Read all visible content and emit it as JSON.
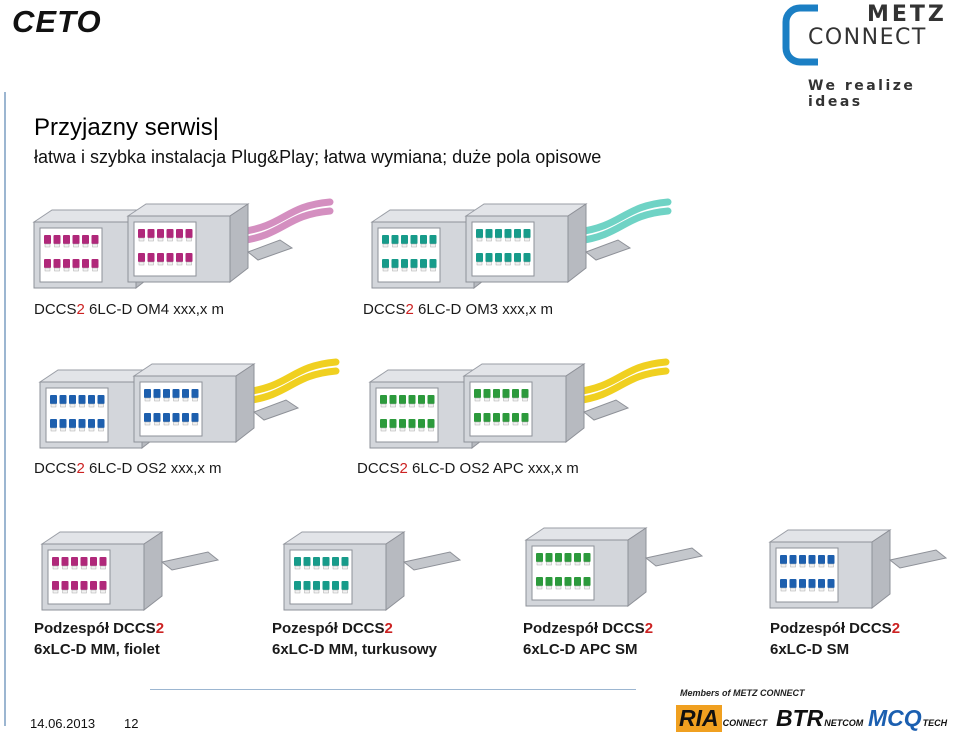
{
  "header": {
    "left_logo": "CETO",
    "right_logo_top": "METZ",
    "right_logo_bottom": "CONNECT",
    "right_logo_slogan": "We realize ideas"
  },
  "title": "Przyjazny serwis|",
  "subtitle": "łatwa i szybka instalacja Plug&Play; łatwa wymiana; duże pola opisowe",
  "products": [
    {
      "prefix": "DCCS",
      "accent": "2",
      "rest": " 6LC-D OM4 xxx,x m",
      "port_color": "#b0287a",
      "cable_color": "#d48fc0"
    },
    {
      "prefix": "DCCS",
      "accent": "2",
      "rest": " 6LC-D OM3 xxx,x m",
      "port_color": "#179b8a",
      "cable_color": "#6fd3c5"
    },
    {
      "prefix": "DCCS",
      "accent": "2",
      "rest": " 6LC-D OS2 xxx,x m",
      "port_color": "#1d5fae",
      "cable_color": "#f0d020"
    },
    {
      "prefix": "DCCS",
      "accent": "2",
      "rest": " 6LC-D OS2 APC xxx,x m",
      "port_color": "#2c9a3c",
      "cable_color": "#f0d020"
    }
  ],
  "subassemblies": [
    {
      "line1_prefix": "Podzespół DCCS",
      "line1_accent": "2",
      "line2": "6xLC-D MM, fiolet",
      "port_color": "#b0287a"
    },
    {
      "line1_prefix": "Pozespół DCCS",
      "line1_accent": "2",
      "line2": "6xLC-D MM, turkusowy",
      "port_color": "#179b8a"
    },
    {
      "line1_prefix": "Podzespół DCCS",
      "line1_accent": "2",
      "line2": "6xLC-D APC SM",
      "port_color": "#2c9a3c"
    },
    {
      "line1_prefix": "Podzespół DCCS",
      "line1_accent": "2",
      "line2": "6xLC-D SM",
      "port_color": "#1d5fae"
    }
  ],
  "footer": {
    "date": "14.06.2013",
    "page": "12",
    "members_label": "Members of METZ CONNECT",
    "partners": [
      {
        "big": "RIA",
        "small": "CONNECT"
      },
      {
        "big": "BTR",
        "small": "NETCOM"
      },
      {
        "big": "MCQ",
        "small": "TECH"
      }
    ]
  },
  "colors": {
    "accent_red": "#cc2222",
    "divider_blue": "#9cb6d1",
    "metal": "#c9ccd1"
  }
}
